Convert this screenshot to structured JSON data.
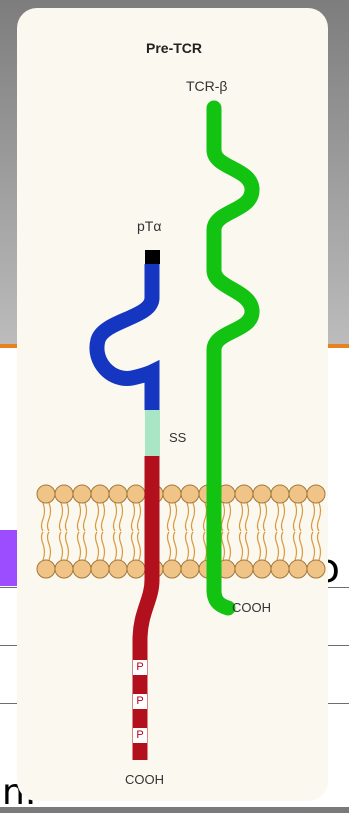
{
  "slide": {
    "fragment_right": "ɔ",
    "fragment_left": "n."
  },
  "figure": {
    "title": "Pre-TCR",
    "labels": {
      "tcr_beta": "TCR-β",
      "pt_alpha": "pTα",
      "ss": "SS",
      "cooh_right": "COOH",
      "cooh_bottom": "COOH"
    },
    "phospho_label": "P",
    "colors": {
      "tcr_beta": "#12c312",
      "pt_alpha": "#1536c0",
      "ss": "#a9e6c6",
      "cytoplasmic": "#b3101e",
      "lipid_head": "#f0c487",
      "lipid_tail": "#d99a3e",
      "panel": "#fbf8ef",
      "accent_line": "#e8821e",
      "purple_bar": "#9b4dff"
    }
  }
}
